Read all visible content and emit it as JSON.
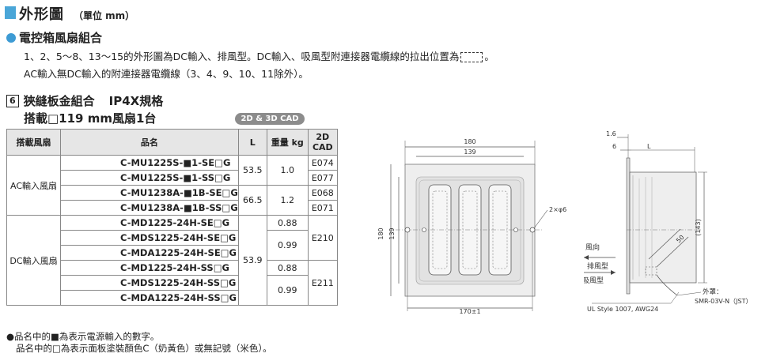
{
  "header": {
    "title": "外形圖",
    "unit": "（單位 mm）"
  },
  "section": {
    "label": "電控箱風扇組合"
  },
  "notes": {
    "line1_pre": "1、2、5～8、13～15的外形圖為DC輸入、排風型。DC輸入、吸風型附連接器電纜線的拉出位置為",
    "line1_post": "。",
    "line2": "AC輸入無DC輸入的附連接器電纜線（3、4、9、10、11除外）。"
  },
  "product": {
    "number": "6",
    "name": "狹縫板金組合",
    "ip": "IP4X規格",
    "mount": "搭載□119 mm風扇1台",
    "cad_badge": "2D & 3D CAD"
  },
  "table": {
    "headers": {
      "fan": "搭載風扇",
      "model": "品名",
      "l": "L",
      "weight": "重量 kg",
      "cad": "2D CAD"
    },
    "groups": {
      "ac": "AC輸入風扇",
      "dc": "DC輸入風扇"
    },
    "rows": [
      {
        "model": "C-MU1225S-■1-SE□G",
        "l": "53.5",
        "w": "1.0",
        "cad": "E074"
      },
      {
        "model": "C-MU1225S-■1-SS□G",
        "cad": "E077"
      },
      {
        "model": "C-MU1238A-■1B-SE□G",
        "l": "66.5",
        "w": "1.2",
        "cad": "E068"
      },
      {
        "model": "C-MU1238A-■1B-SS□G",
        "cad": "E071"
      },
      {
        "model": "C-MD1225-24H-SE□G",
        "l": "53.9",
        "w": "0.88",
        "cad": "E210"
      },
      {
        "model": "C-MDS1225-24H-SE□G",
        "w": "0.99"
      },
      {
        "model": "C-MDA1225-24H-SE□G"
      },
      {
        "model": "C-MD1225-24H-SS□G",
        "w": "0.88",
        "cad": "E211"
      },
      {
        "model": "C-MDS1225-24H-SS□G",
        "w": "0.99"
      },
      {
        "model": "C-MDA1225-24H-SS□G"
      }
    ]
  },
  "footnotes": {
    "f1": "●品名中的■為表示電源輸入的數字。",
    "f2": "品名中的□為表示面板塗裝顏色C（奶黃色）或無記號（米色）。"
  },
  "drawing": {
    "dim_180": "180",
    "dim_139": "139",
    "dim_hole": "2×φ6",
    "dim_170": "170±1",
    "vert_180": "180",
    "vert_139": "139",
    "side_16": "1.6",
    "side_6": "6",
    "side_L": "L",
    "side_143": "(143)",
    "side_50": "50",
    "wind": "風向",
    "exhaust": "排風型",
    "intake": "吸風型",
    "cable": "UL Style 1007, AWG24",
    "housing": "外罩：",
    "connector": "SMR-03V-N（JST）"
  }
}
